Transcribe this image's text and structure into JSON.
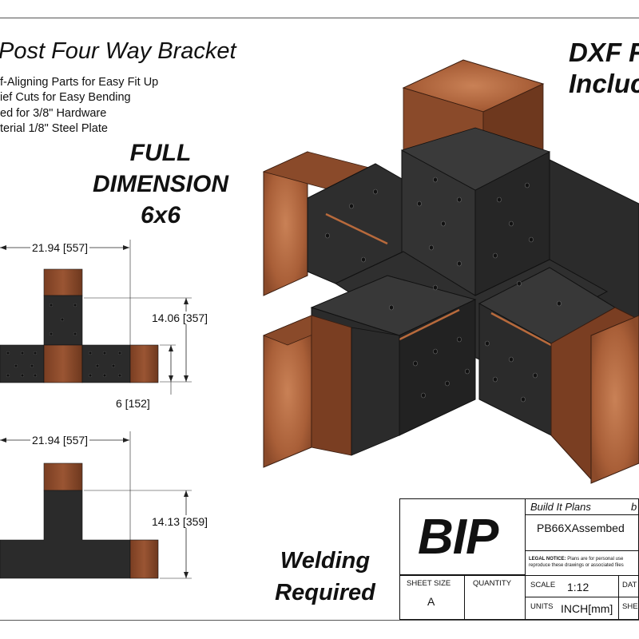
{
  "title": "Post Four Way Bracket",
  "features": [
    "f-Aligning Parts for Easy Fit Up",
    "ief Cuts for Easy Bending",
    "ed for 3/8\" Hardware",
    "terial 1/8\" Steel Plate"
  ],
  "full_dimension": {
    "line1": "FULL",
    "line2": "DIMENSION",
    "line3": "6x6"
  },
  "dxf": {
    "line1": "DXF F",
    "line2": "Incluc"
  },
  "welding": {
    "line1": "Welding",
    "line2": "Required"
  },
  "dimensions": {
    "top_width": "21.94 [557]",
    "top_height": "14.06 [357]",
    "post_size": "6 [152]",
    "bottom_width": "21.94 [557]",
    "bottom_height": "14.13 [359]"
  },
  "title_block": {
    "logo": "BIP",
    "company": "Build It Plans",
    "company_suffix": "b",
    "part_name": "PB66XAssembed",
    "legal_label": "LEGAL NOTICE:",
    "legal_text": "Plans are for personal use",
    "legal_text2": "reproduce these drawings or associated files",
    "sheet_size_label": "SHEET SIZE",
    "sheet_size_value": "A",
    "quantity_label": "QUANTITY",
    "scale_label": "SCALE",
    "scale_value": "1:12",
    "date_label": "DAT",
    "units_label": "UNITS",
    "units_value": "INCH[mm]",
    "sheet_label": "SHE"
  },
  "colors": {
    "steel": "#2b2b2b",
    "steel_light": "#3b3b3b",
    "wood": "#8a4a2a",
    "wood_end": "#b06a42",
    "line": "#111111"
  }
}
